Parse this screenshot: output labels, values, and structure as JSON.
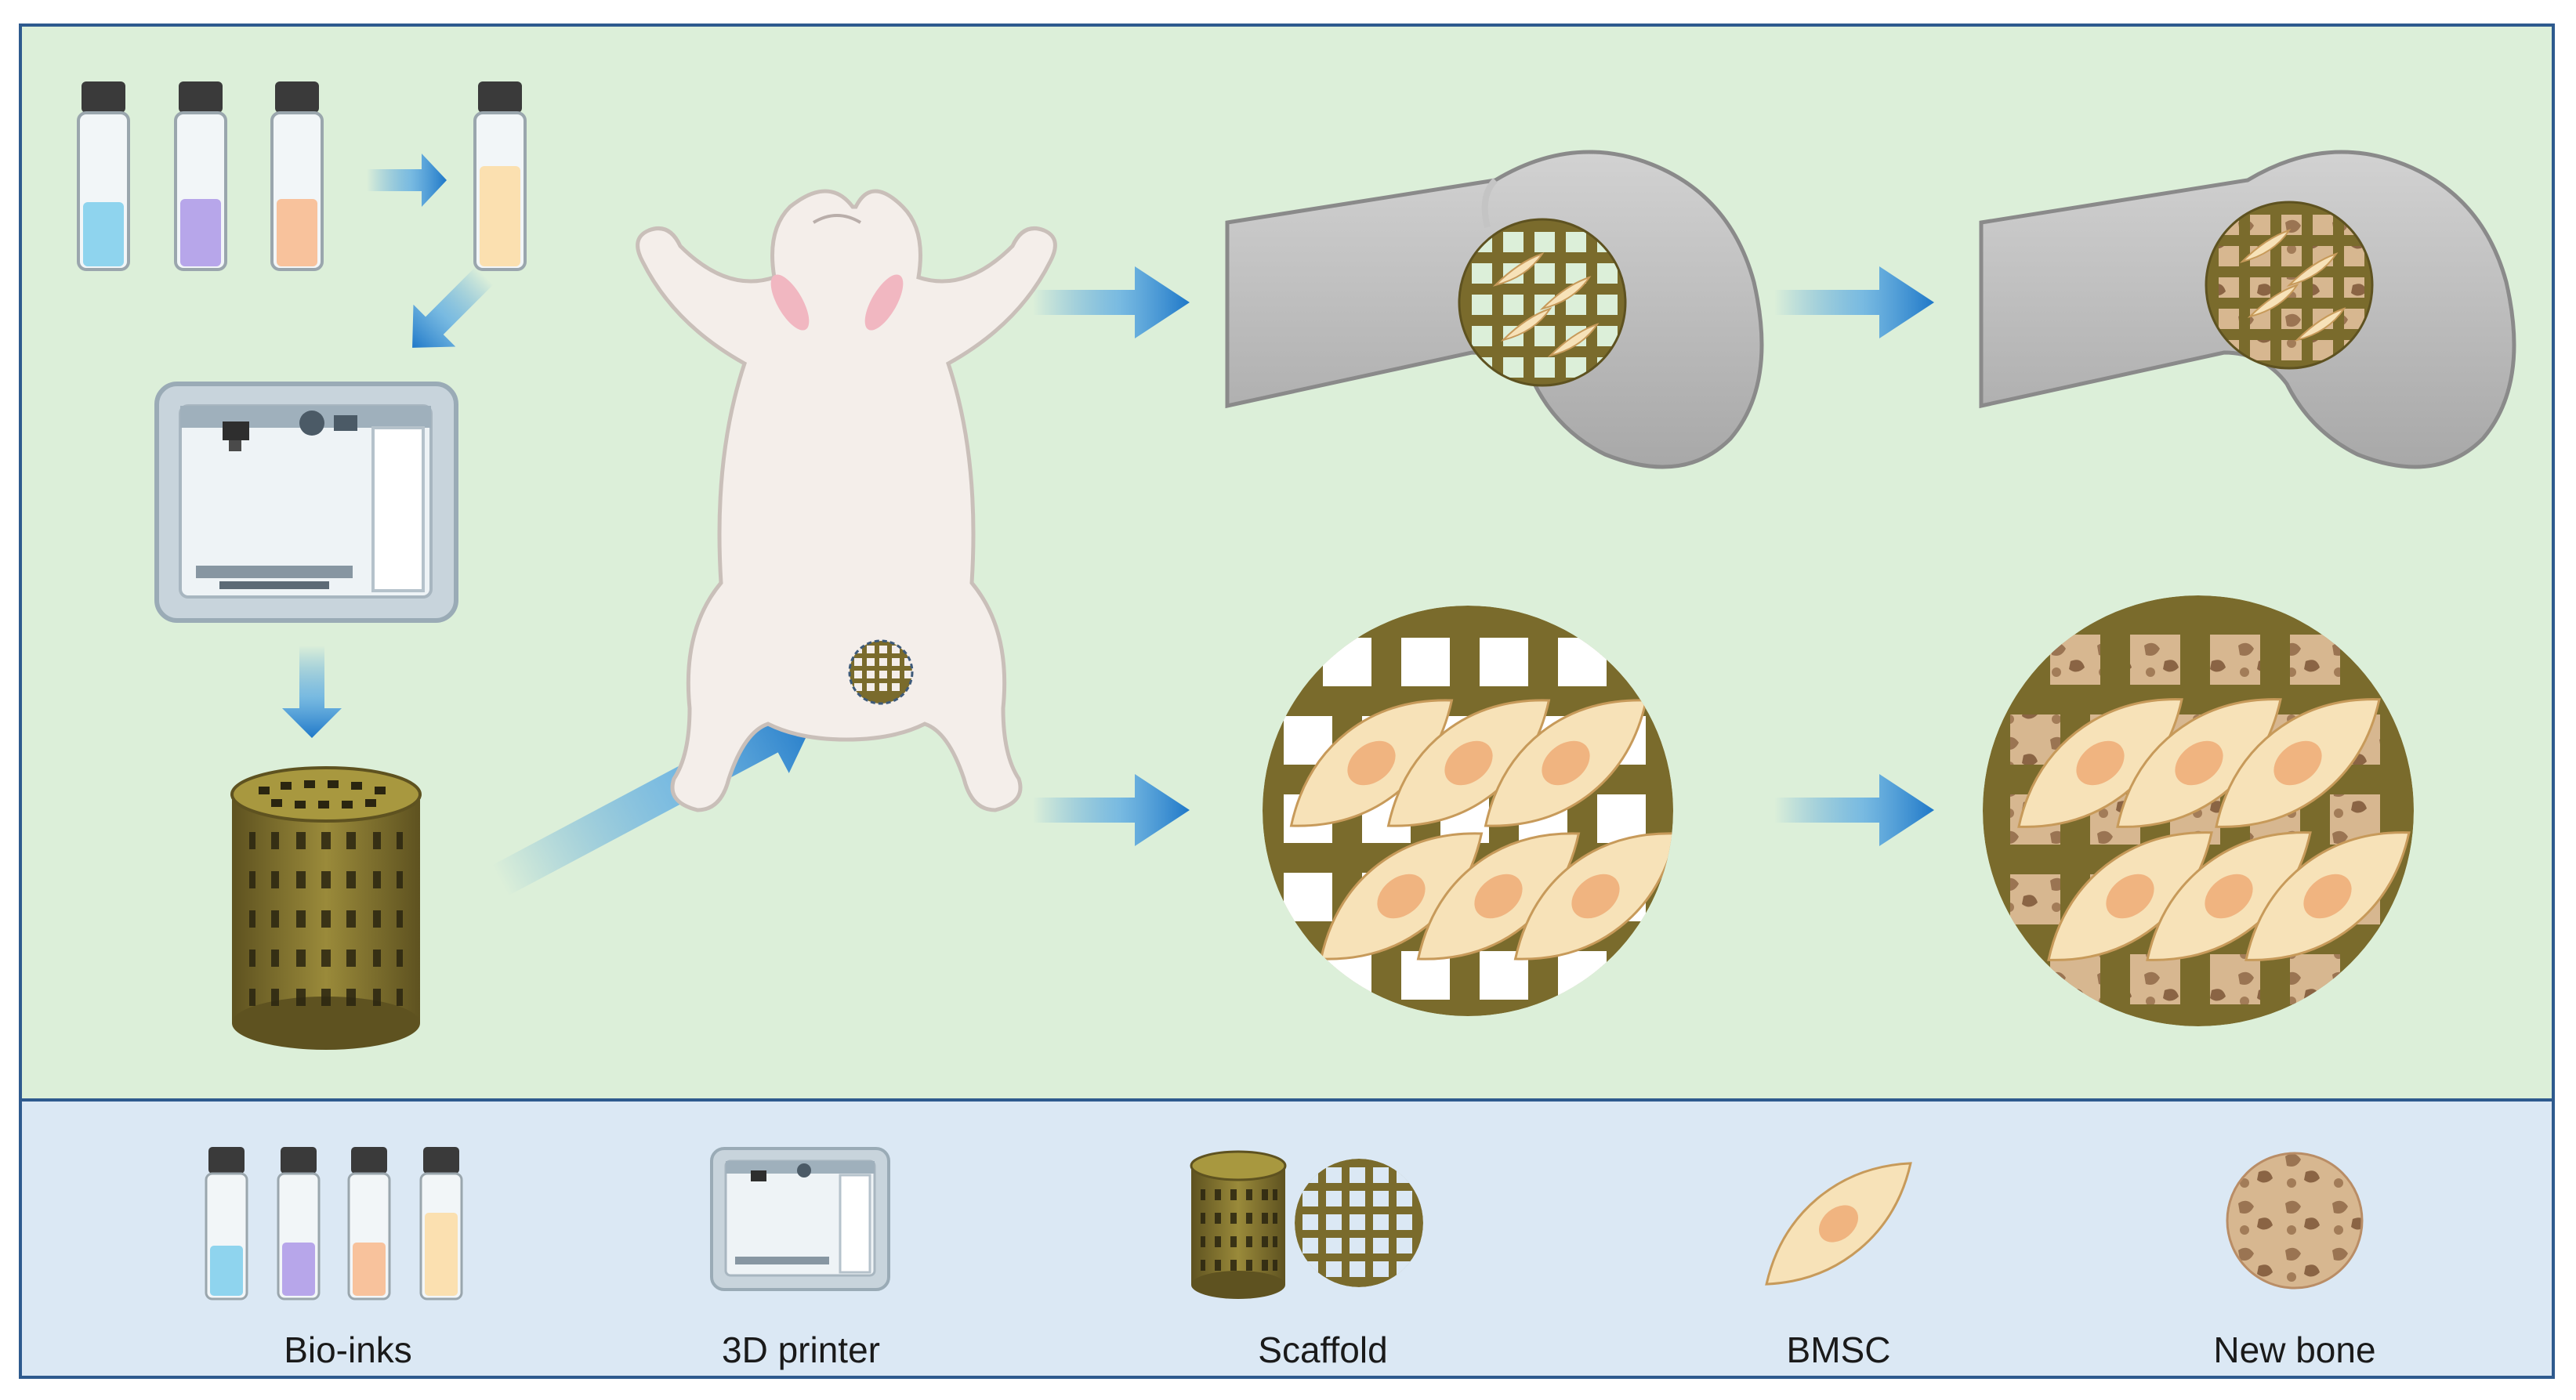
{
  "legend": {
    "bio_inks": "Bio-inks",
    "printer": "3D printer",
    "scaffold": "Scaffold",
    "bmsc": "BMSC",
    "new_bone": "New bone"
  },
  "colors": {
    "panel_green": "#dcefd9",
    "panel_blue": "#dbe8f4",
    "border": "#2e5a8e",
    "scaffold": "#7a6b2c",
    "arrow": "#2f8fd8",
    "bone": "#b9b9b9",
    "cell": "#f7e2b8",
    "nucleus": "#f0b480",
    "new_bone": "#b98d66",
    "vial_blue": "#8fd4ee",
    "vial_purple": "#b7a6ea",
    "vial_orange": "#f8c29c",
    "vial_cream": "#fbe0b0"
  },
  "icons": {
    "vials": "vial-icons",
    "printer": "3d-printer-icon",
    "scaffold": "scaffold-cylinder-icon",
    "rabbit": "rabbit-icon",
    "bone": "femur-icon",
    "cell": "bmsc-cell-icon"
  }
}
